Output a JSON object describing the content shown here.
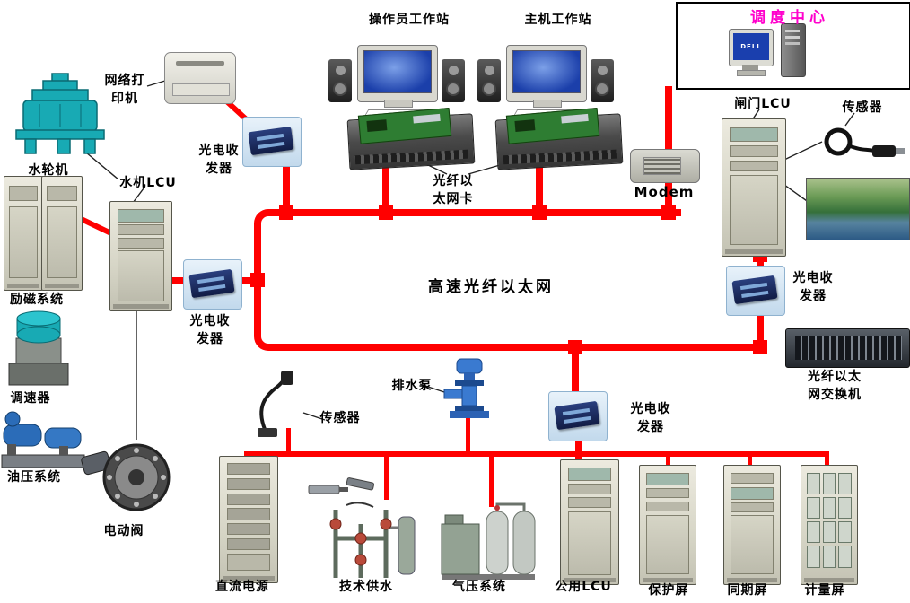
{
  "labels": {
    "operator_ws": "操作员工作站",
    "host_ws": "主机工作站",
    "dispatch_center": "调度中心",
    "network_printer": "网络打\n印机",
    "transceiver_1": "光电收\n发器",
    "turbine": "水轮机",
    "hydro_lcu": "水机LCU",
    "excitation": "励磁系统",
    "transceiver_2": "光电收\n发器",
    "governor": "调速器",
    "oil_pressure": "油压系统",
    "electric_valve": "电动阀",
    "fiber_nic": "光纤以\n太网卡",
    "modem": "Modem",
    "backbone": "高速光纤以太网",
    "gate_lcu": "闸门LCU",
    "sensor_top": "传感器",
    "transceiver_3": "光电收\n发器",
    "fiber_switch": "光纤以太\n网交换机",
    "drain_pump": "排水泵",
    "sensor_bottom": "传感器",
    "transceiver_4": "光电收\n发器",
    "dc_power": "直流电源",
    "tech_water": "技术供水",
    "air_system": "气压系统",
    "common_lcu": "公用LCU",
    "protection_panel": "保护屏",
    "sync_panel": "同期屏",
    "metering_panel": "计量屏",
    "dell_screen": "DELL"
  },
  "colors": {
    "bus": "#ff0000",
    "dispatch_label": "#ff00cc",
    "label_text": "#000000"
  }
}
